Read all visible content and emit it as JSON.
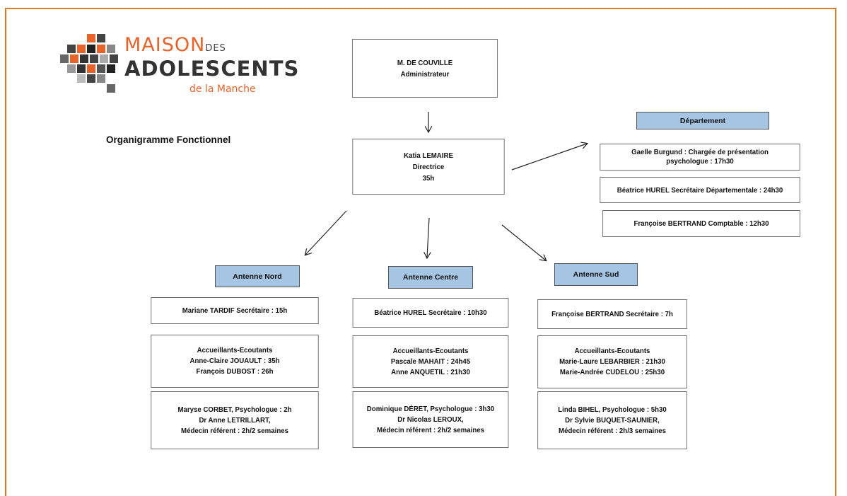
{
  "logo": {
    "line1": "MAISON",
    "des": "DES",
    "line2": "ADOLESCENTS",
    "line3": "de la Manche"
  },
  "page_title": "Organigramme  Fonctionnel",
  "admin": {
    "name": "M. DE COUVILLE",
    "role": "Administrateur"
  },
  "director": {
    "name": "Katia LEMAIRE",
    "role": "Directrice",
    "hours": "35h"
  },
  "departement": {
    "header": "Département",
    "items": [
      {
        "l1": "Gaelle Burgund : Chargée de présentation",
        "l2": "psychologue : 17h30"
      },
      {
        "l1": "Béatrice HUREL  Secrétaire Départementale : 24h30"
      },
      {
        "l1": "Françoise BERTRAND  Comptable : 12h30"
      }
    ]
  },
  "antennes": [
    {
      "header": "Antenne Nord",
      "secretary": "Mariane TARDIF Secrétaire : 15h",
      "accueil": [
        "Accueillants-Ecoutants",
        "Anne-Claire JOUAULT : 35h",
        "François DUBOST : 26h"
      ],
      "psy": [
        "Maryse CORBET,  Psychologue : 2h",
        "Dr Anne LETRILLART,",
        "Médecin référent : 2h/2 semaines"
      ]
    },
    {
      "header": "Antenne Centre",
      "secretary": "Béatrice HUREL  Secrétaire : 10h30",
      "accueil": [
        "Accueillants-Ecoutants",
        "Pascale MAHAIT : 24h45",
        "Anne ANQUETIL : 21h30"
      ],
      "psy": [
        "Dominique DÉRET,  Psychologue : 3h30",
        "Dr Nicolas LEROUX,",
        "Médecin référent : 2h/2 semaines"
      ]
    },
    {
      "header": "Antenne Sud",
      "secretary": "Françoise BERTRAND  Secrétaire : 7h",
      "accueil": [
        "Accueillants-Ecoutants",
        "Marie-Laure LEBARBIER : 21h30",
        "Marie-Andrée CUDELOU : 25h30"
      ],
      "psy": [
        "Linda BIHEL, Psychologue : 5h30",
        "Dr Sylvie BUQUET-SAUNIER,",
        "Médecin référent :  2h/3 semaines"
      ]
    }
  ]
}
